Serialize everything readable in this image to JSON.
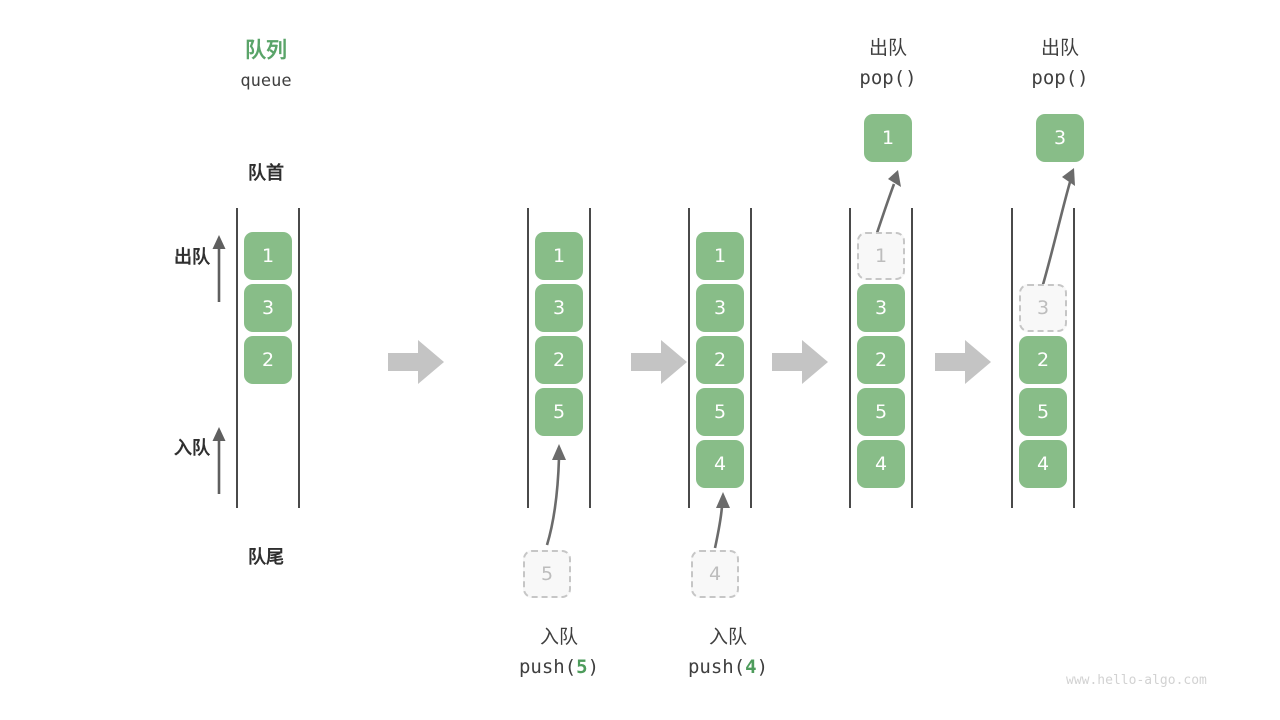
{
  "diagram": {
    "title_cn": "队列",
    "title_en": "queue",
    "front_label": "队首",
    "rear_label": "队尾",
    "dequeue_label": "出队",
    "enqueue_label": "入队",
    "accent_green": "#88bd88",
    "title_green": "#5aa469",
    "rail_color": "#4a4a4a",
    "ghost_color": "#bdbdbd",
    "flow_arrow_color": "#c4c4c4"
  },
  "stages": [
    {
      "id": "stage-initial",
      "cells": [
        {
          "value": "1",
          "state": "solid"
        },
        {
          "value": "3",
          "state": "solid"
        },
        {
          "value": "2",
          "state": "solid"
        }
      ],
      "operation_cn": "",
      "operation_code": "",
      "incoming": null,
      "outgoing": null
    },
    {
      "id": "stage-push-5",
      "cells": [
        {
          "value": "1",
          "state": "solid"
        },
        {
          "value": "3",
          "state": "solid"
        },
        {
          "value": "2",
          "state": "solid"
        },
        {
          "value": "5",
          "state": "solid"
        }
      ],
      "operation_cn": "入队",
      "operation_code_prefix": "push(",
      "operation_code_num": "5",
      "operation_code_suffix": ")",
      "incoming": {
        "value": "5",
        "state": "ghost"
      },
      "outgoing": null
    },
    {
      "id": "stage-push-4",
      "cells": [
        {
          "value": "1",
          "state": "solid"
        },
        {
          "value": "3",
          "state": "solid"
        },
        {
          "value": "2",
          "state": "solid"
        },
        {
          "value": "5",
          "state": "solid"
        },
        {
          "value": "4",
          "state": "solid"
        }
      ],
      "operation_cn": "入队",
      "operation_code_prefix": "push(",
      "operation_code_num": "4",
      "operation_code_suffix": ")",
      "incoming": {
        "value": "4",
        "state": "ghost"
      },
      "outgoing": null
    },
    {
      "id": "stage-pop-1",
      "cells": [
        {
          "value": "1",
          "state": "ghost"
        },
        {
          "value": "3",
          "state": "solid"
        },
        {
          "value": "2",
          "state": "solid"
        },
        {
          "value": "5",
          "state": "solid"
        },
        {
          "value": "4",
          "state": "solid"
        }
      ],
      "operation_cn": "出队",
      "operation_code": "pop()",
      "incoming": null,
      "outgoing": {
        "value": "1",
        "state": "solid"
      }
    },
    {
      "id": "stage-pop-3",
      "cells": [
        {
          "value": "",
          "state": "empty"
        },
        {
          "value": "3",
          "state": "ghost"
        },
        {
          "value": "2",
          "state": "solid"
        },
        {
          "value": "5",
          "state": "solid"
        },
        {
          "value": "4",
          "state": "solid"
        }
      ],
      "operation_cn": "出队",
      "operation_code": "pop()",
      "incoming": null,
      "outgoing": {
        "value": "3",
        "state": "solid"
      }
    }
  ],
  "footer": {
    "watermark": "www.hello-algo.com"
  }
}
